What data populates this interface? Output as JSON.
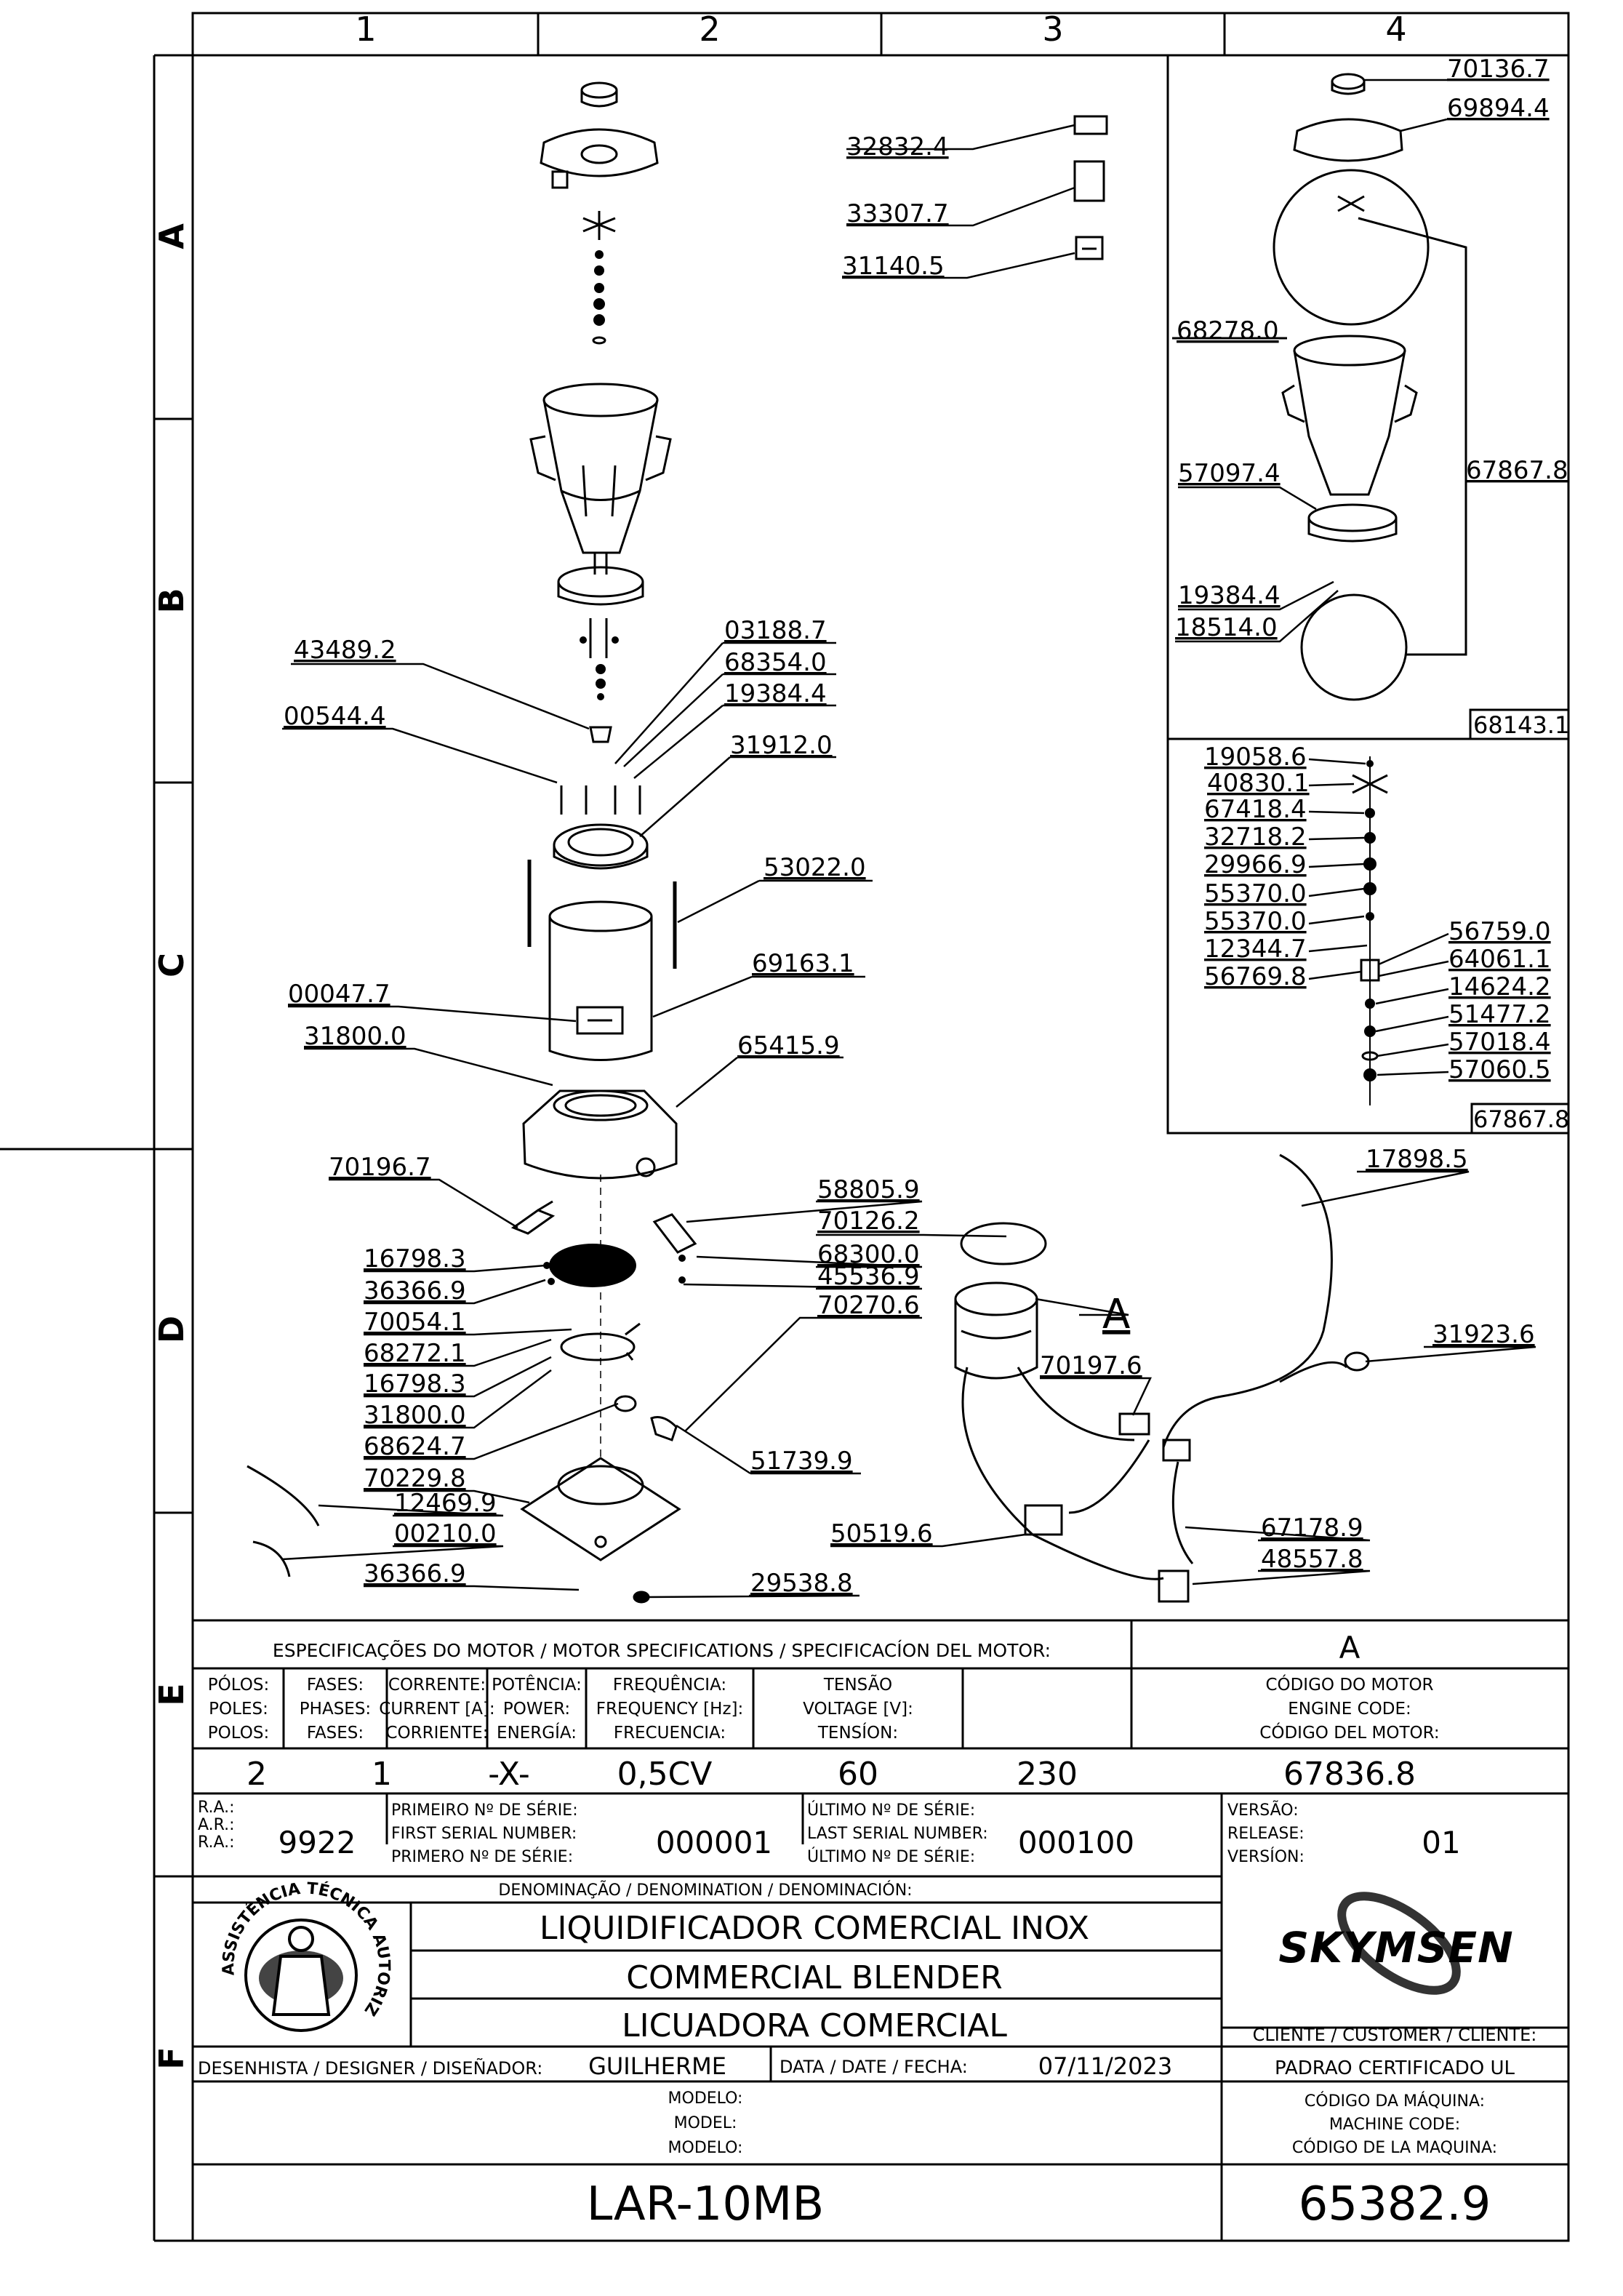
{
  "grid": {
    "columns": [
      "1",
      "2",
      "3",
      "4"
    ],
    "rows": [
      "A",
      "B",
      "C",
      "D",
      "E",
      "F"
    ]
  },
  "main_labels": [
    "32832.4",
    "33307.7",
    "31140.5",
    "43489.2",
    "00544.4",
    "03188.7",
    "68354.0",
    "19384.4",
    "31912.0",
    "53022.0",
    "69163.1",
    "00047.7",
    "31800.0",
    "65415.9",
    "70196.7",
    "58805.9",
    "70126.2",
    "68300.0",
    "45536.9",
    "70270.6",
    "16798.3",
    "36366.9",
    "70054.1",
    "68272.1",
    "16798.3",
    "31800.0",
    "68624.7",
    "70229.8",
    "51739.9",
    "12469.9",
    "00210.0",
    "36366.9",
    "29538.8",
    "17898.5",
    "31923.6",
    "70197.6",
    "67178.9",
    "48557.8",
    "50519.6"
  ],
  "detail_a": "A",
  "inset_top": {
    "labels": [
      "70136.7",
      "69894.4",
      "68278.0",
      "67867.8",
      "57097.4",
      "19384.4",
      "18514.0"
    ],
    "code": "68143.1"
  },
  "inset_bottom": {
    "left_labels": [
      "19058.6",
      "40830.1",
      "67418.4",
      "32718.2",
      "29966.9",
      "55370.0",
      "55370.0",
      "12344.7",
      "56769.8"
    ],
    "right_labels": [
      "56759.0",
      "64061.1",
      "14624.2",
      "51477.2",
      "57018.4",
      "57060.5"
    ],
    "code": "67867.8"
  },
  "motor_specs": {
    "title": "ESPECIFICAÇÕES DO MOTOR / MOTOR SPECIFICATIONS / SPECIFICACÍON DEL MOTOR:",
    "detail": "A",
    "headers": [
      [
        "PÓLOS:",
        "POLES:",
        "POLOS:"
      ],
      [
        "FASES:",
        "PHASES:",
        "FASES:"
      ],
      [
        "CORRENTE:",
        "CURRENT [A]:",
        "CORRIENTE:"
      ],
      [
        "POTÊNCIA:",
        "POWER:",
        "ENERGÍA:"
      ],
      [
        "FREQUÊNCIA:",
        "FREQUENCY [Hz]:",
        "FRECUENCIA:"
      ],
      [
        "TENSÃO",
        "VOLTAGE [V]:",
        "TENSÍON:"
      ],
      [
        "CÓDIGO DO MOTOR",
        "ENGINE CODE:",
        "CÓDIGO DEL MOTOR:"
      ]
    ],
    "values": [
      "2",
      "1",
      "-X-",
      "0,5CV",
      "60",
      "230",
      "67836.8"
    ]
  },
  "serials": {
    "ra_labels": [
      "R.A.:",
      "A.R.:",
      "R.A.:"
    ],
    "ra_value": "9922",
    "first_labels": [
      "PRIMEIRO Nº DE SÉRIE:",
      "FIRST SERIAL NUMBER:",
      "PRIMERO Nº DE SÉRIE:"
    ],
    "first_value": "000001",
    "last_labels": [
      "ÚLTIMO Nº DE SÉRIE:",
      "LAST SERIAL NUMBER:",
      "ÚLTIMO Nº DE SÉRIE:"
    ],
    "last_value": "000100",
    "version_labels": [
      "VERSÃO:",
      "RELEASE:",
      "VERSÍON:"
    ],
    "version_value": "01"
  },
  "denomination": {
    "title": "DENOMINAÇÃO / DENOMINATION / DENOMINACIÓN:",
    "lines": [
      "LIQUIDIFICADOR COMERCIAL INOX",
      "COMMERCIAL BLENDER",
      "LICUADORA COMERCIAL"
    ]
  },
  "seal_text": "ASSISTÊNCIA TÉCNICA AUTORIZADA",
  "brand": "SKYMSEN",
  "client_label": "CLIENTE / CUSTOMER / CLIENTE:",
  "client_value": "PADRAO CERTIFICADO UL",
  "designer": {
    "label": "DESENHISTA / DESIGNER / DISEÑADOR:",
    "name": "GUILHERME",
    "date_label": "DATA / DATE / FECHA:",
    "date": "07/11/2023"
  },
  "model": {
    "labels": [
      "MODELO:",
      "MODEL:",
      "MODELO:"
    ],
    "value": "LAR-10MB"
  },
  "machine_code": {
    "labels": [
      "CÓDIGO DA MÁQUINA:",
      "MACHINE CODE:",
      "CÓDIGO DE LA MAQUINA:"
    ],
    "value": "65382.9"
  }
}
